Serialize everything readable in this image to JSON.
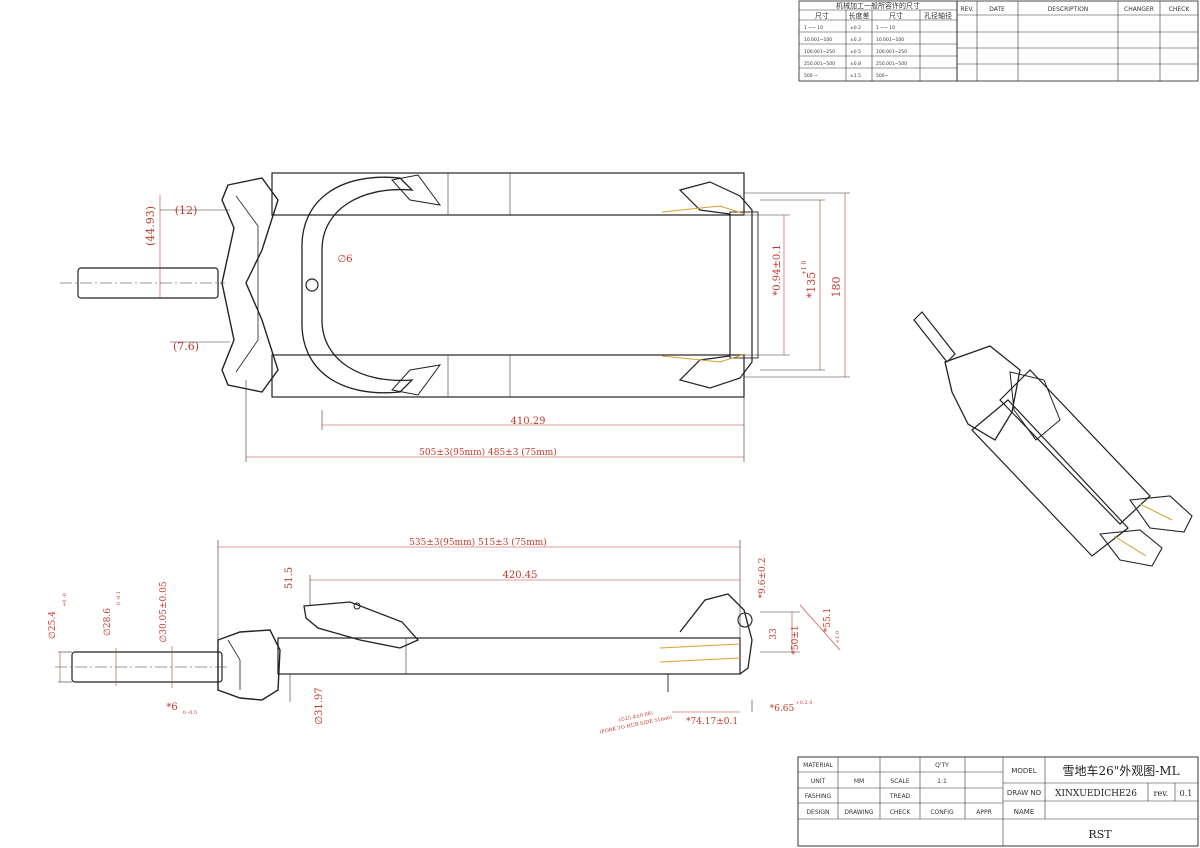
{
  "tolerance_table": {
    "title": "机械加工一般所容许的尺寸",
    "headers": [
      "尺寸",
      "长度差",
      "尺寸",
      "孔径轴径"
    ],
    "rows": [
      [
        "1 ~~ 10",
        "±0.2",
        "1 ~~ 10",
        ""
      ],
      [
        "10.001~100",
        "±0.3",
        "10.001~100",
        ""
      ],
      [
        "100.001~250",
        "±0.5",
        "100.001~250",
        ""
      ],
      [
        "250.001~500",
        "±0.8",
        "250.001~500",
        ""
      ],
      [
        "500 ~",
        "±1.5",
        "500~",
        ""
      ]
    ]
  },
  "revision_table": {
    "headers": [
      "REV.",
      "DATE",
      "DESCRIPTION",
      "CHANGER",
      "CHECK"
    ]
  },
  "top_view_dims": {
    "d_12": "(12)",
    "d_44_93": "(44.93)",
    "d_7_6": "(7.6)",
    "d_phi6": "∅6",
    "d_94_8": "*0.94±0.1",
    "d_135": "*135",
    "d_135_tol": "+1 0",
    "d_180": "180",
    "d_410": "410.29",
    "d_505": "505±3(95mm)   485±3 (75mm)"
  },
  "side_view_dims": {
    "d_535": "535±3(95mm)   515±3 (75mm)",
    "d_420": "420.45",
    "d_51_5": "51.5",
    "d_25_4": "∅25.4",
    "d_25_4_tol": "+0 -0",
    "d_28_6": "∅28.6",
    "d_28_6_tol": "0 -0.1",
    "d_30_05": "∅30.05±0.05",
    "d_31_97": "∅31.97",
    "d_6": "*6",
    "d_6_tol": "0 -0.5",
    "d_9_6": "*9.6±0.2",
    "d_33": "33",
    "d_50": "*50±1",
    "d_55_1": "*55.1",
    "d_55_1_tol": "+1 0",
    "d_74_17": "*74.17±0.1",
    "d_6_65": "*6.65",
    "d_6_65_tol": "+0.2 0",
    "note_line1": "(∅25.4±0.08)",
    "note_line2": "(FORK TO HUB SIDE 51mm)"
  },
  "title_block": {
    "material_label": "MATERIAL",
    "qty_label": "Q'TY",
    "unit_label": "UNIT",
    "unit_value": "MM",
    "scale_label": "SCALE",
    "scale_value": "1:1",
    "fashing_label": "FASHING",
    "tread_label": "TREAD",
    "design_label": "DESIGN",
    "drawing_label": "DRAWING",
    "check_label": "CHECK",
    "config_label": "CONFIG",
    "appr_label": "APPR",
    "model_label": "MODEL",
    "model_value": "雪地车26\"外观图-ML",
    "drawno_label": "DRAW NO",
    "drawno_value": "XINXUEDICHE26",
    "rev_label": "rev.",
    "rev_value": "0.1",
    "name_label": "NAME",
    "company": "RST"
  }
}
